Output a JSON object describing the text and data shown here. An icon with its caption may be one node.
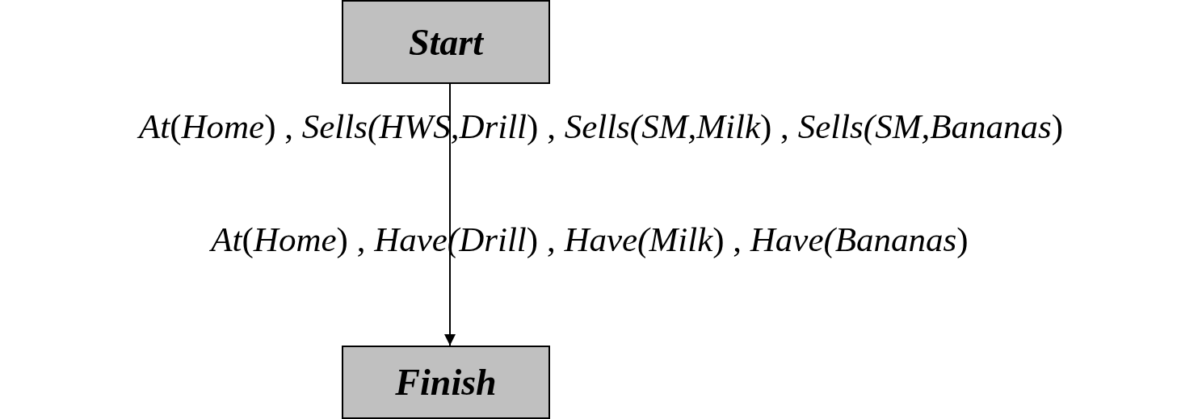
{
  "diagram": {
    "nodes": [
      {
        "text": [
          "Start"
        ]
      },
      {
        "text": [
          "Finish"
        ]
      }
    ],
    "edges": [
      {
        "from": 0,
        "to": 1,
        "arrow": "to"
      }
    ],
    "labels": [
      "*At*(*Home*) , *Sells(HWS,Drill*) , *Sells(SM,Milk*) , *Sells(SM,Bananas*)",
      "*At*(*Home*) , *Have(Drill*) , *Have(Milk*) , *Have(Bananas*)"
    ]
  }
}
